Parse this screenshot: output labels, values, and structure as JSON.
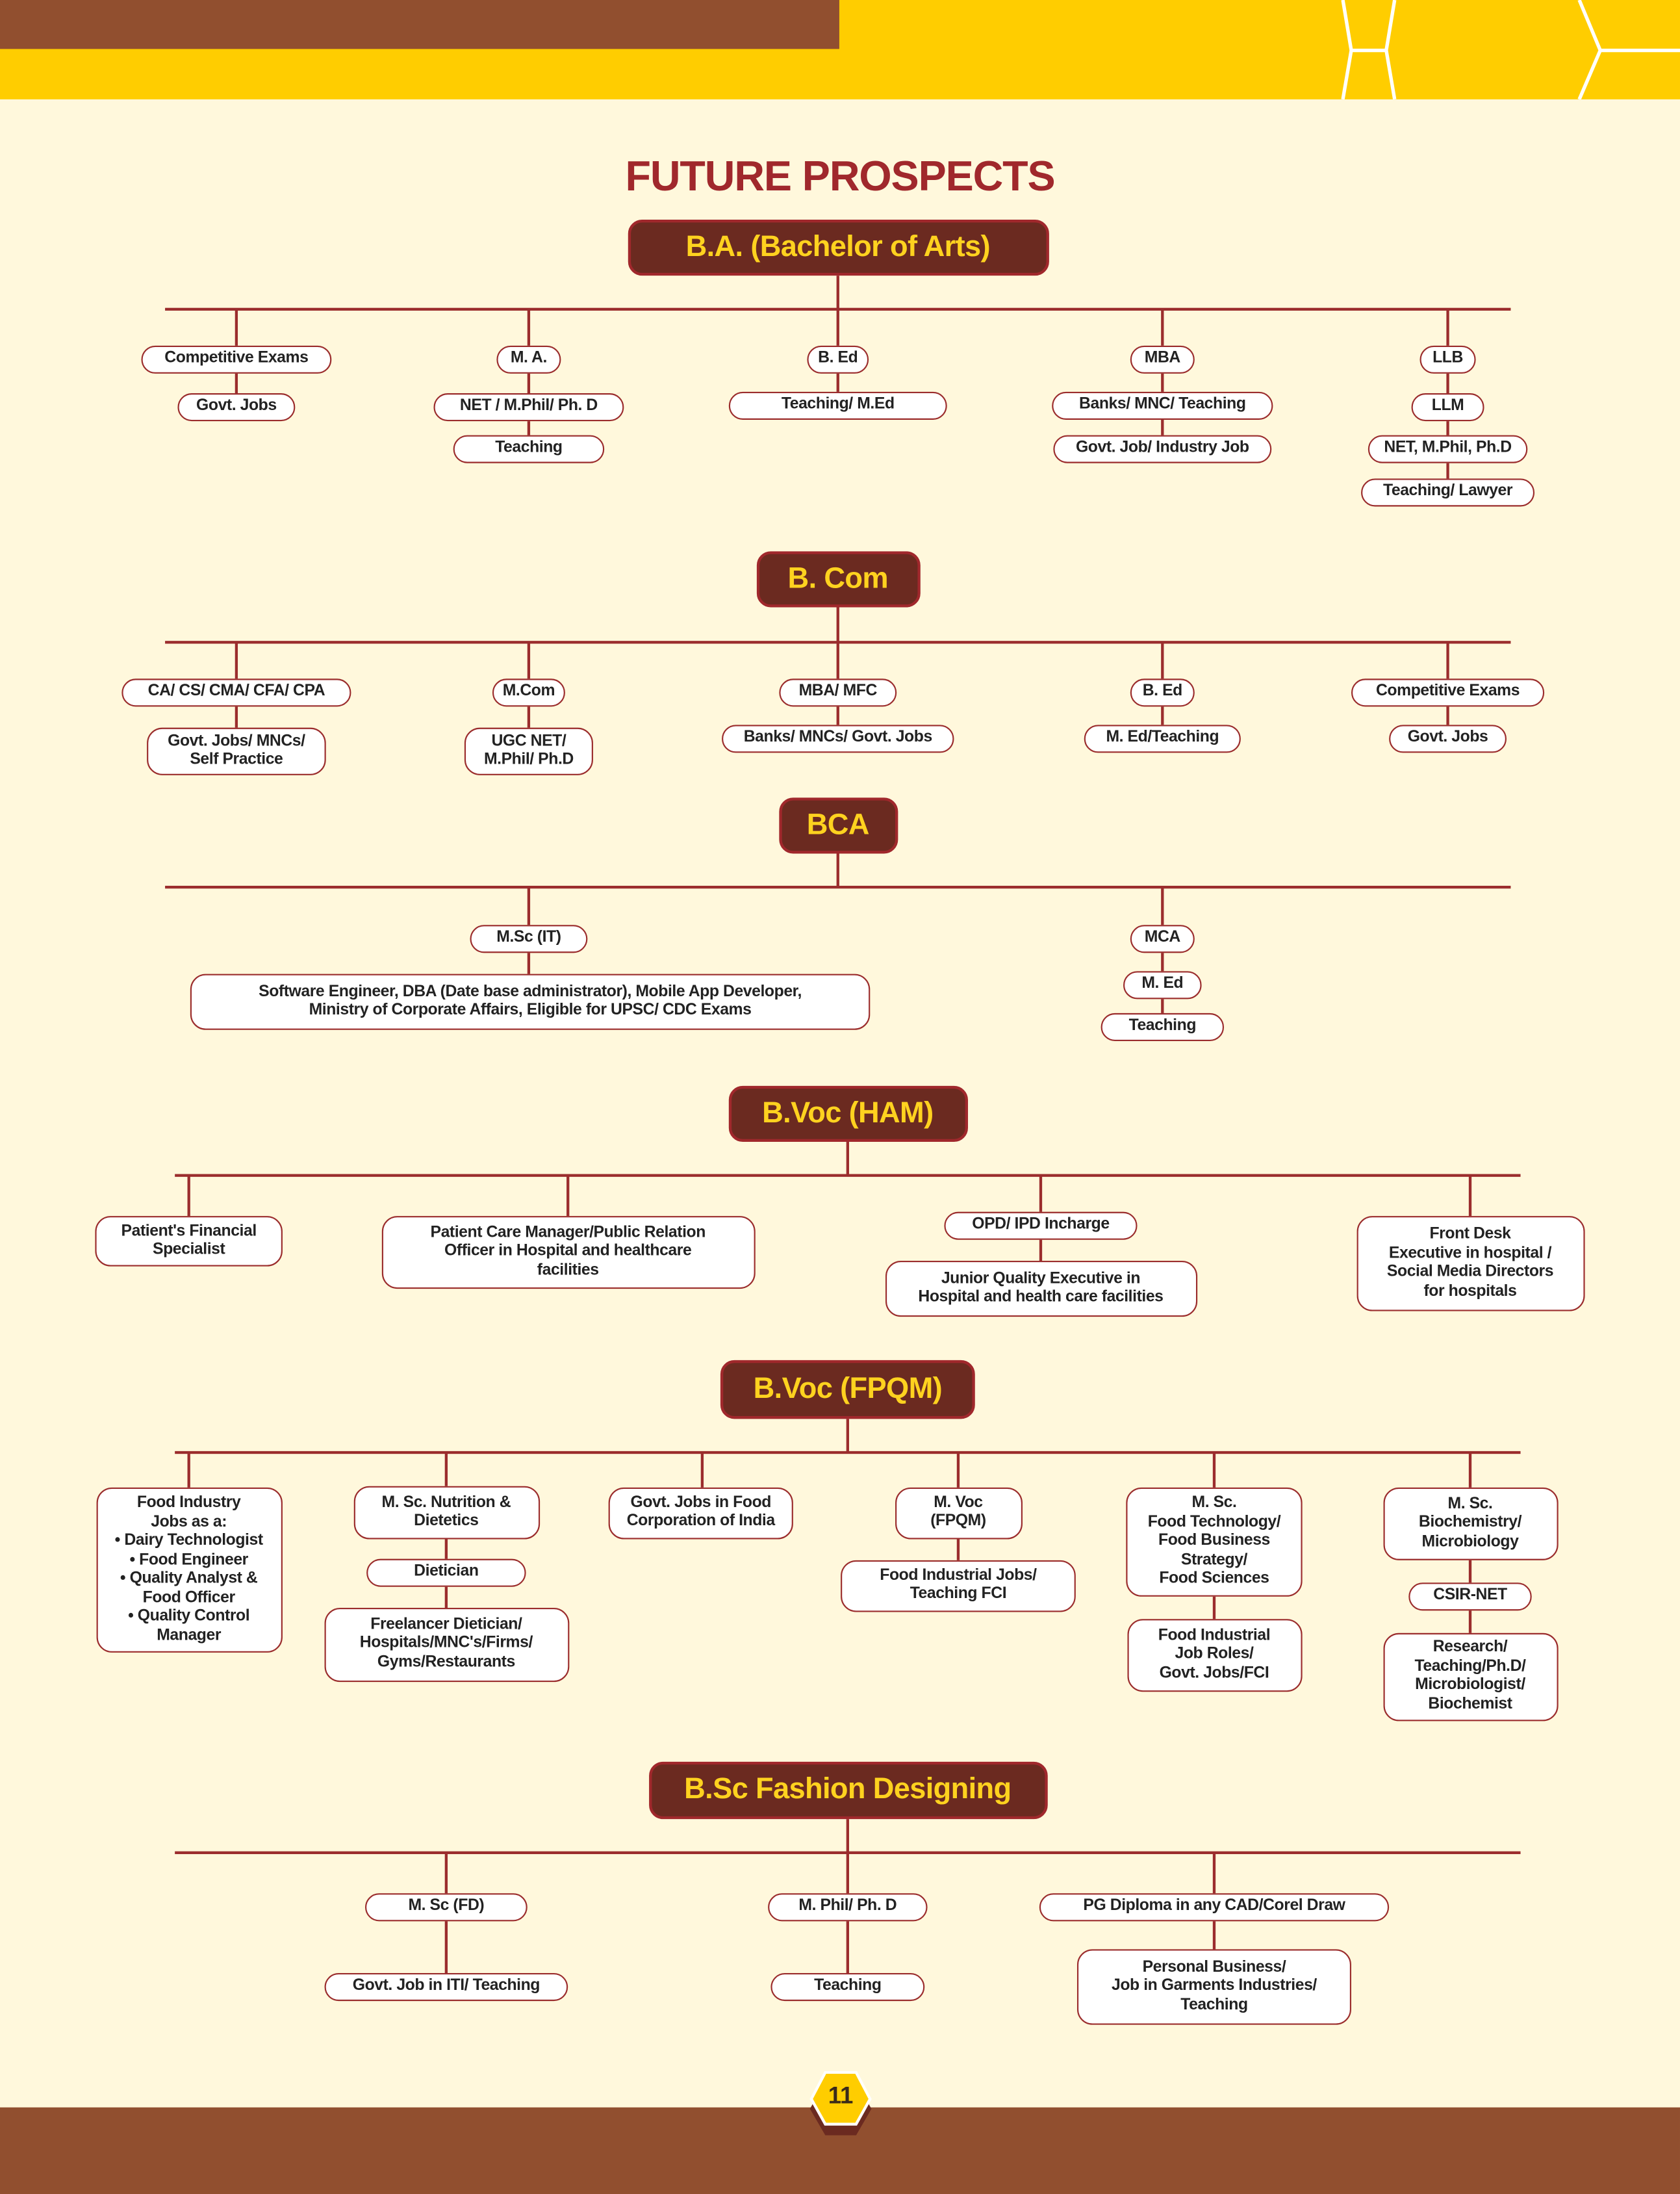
{
  "page_title": "FUTURE PROSPECTS",
  "page_number": "11",
  "colors": {
    "brown": "#914f2f",
    "yellow": "#ffcd00",
    "background": "#fff8dc",
    "header_box": "#6b2a20",
    "header_text": "#ffd21f",
    "line": "#9b2d2d",
    "title": "#a0282c"
  },
  "sections": [
    {
      "title": "B.A. (Bachelor of Arts)",
      "columns": [
        [
          "Competitive Exams",
          "Govt. Jobs"
        ],
        [
          "M. A.",
          "NET / M.Phil/ Ph. D",
          "Teaching"
        ],
        [
          "B. Ed",
          "Teaching/ M.Ed"
        ],
        [
          "MBA",
          "Banks/ MNC/ Teaching",
          "Govt. Job/ Industry Job"
        ],
        [
          "LLB",
          "LLM",
          "NET, M.Phil, Ph.D",
          "Teaching/ Lawyer"
        ]
      ]
    },
    {
      "title": "B. Com",
      "columns": [
        [
          "CA/ CS/ CMA/ CFA/ CPA",
          "Govt. Jobs/ MNCs/\nSelf Practice"
        ],
        [
          "M.Com",
          "UGC NET/\nM.Phil/ Ph.D"
        ],
        [
          "MBA/ MFC",
          "Banks/ MNCs/ Govt. Jobs"
        ],
        [
          "B. Ed",
          "M. Ed/Teaching"
        ],
        [
          "Competitive Exams",
          "Govt. Jobs"
        ]
      ]
    },
    {
      "title": "BCA",
      "columns": [
        [
          "M.Sc (IT)",
          "Software Engineer, DBA (Date base administrator), Mobile App Developer,\nMinistry of Corporate Affairs, Eligible for UPSC/ CDC Exams"
        ],
        [
          "MCA",
          "M. Ed",
          "Teaching"
        ]
      ]
    },
    {
      "title": "B.Voc (HAM)",
      "columns": [
        [
          "Patient's Financial\nSpecialist"
        ],
        [
          "Patient Care Manager/Public Relation\nOfficer in Hospital and healthcare\nfacilities"
        ],
        [
          "OPD/ IPD Incharge",
          "Junior Quality Executive in\nHospital and health care facilities"
        ],
        [
          "Front Desk\nExecutive in hospital /\nSocial Media Directors\nfor hospitals"
        ]
      ]
    },
    {
      "title": "B.Voc (FPQM)",
      "columns": [
        [
          "Food Industry\nJobs as a:\n• Dairy Technologist\n• Food Engineer\n• Quality Analyst &\nFood Officer\n• Quality Control\nManager"
        ],
        [
          "M. Sc. Nutrition &\nDietetics",
          "Dietician",
          "Freelancer Dietician/\nHospitals/MNC's/Firms/\nGyms/Restaurants"
        ],
        [
          "Govt. Jobs in Food\nCorporation of India"
        ],
        [
          "M. Voc\n(FPQM)",
          "Food Industrial Jobs/\nTeaching FCI"
        ],
        [
          "M. Sc.\nFood Technology/\nFood Business\nStrategy/\nFood Sciences",
          "Food Industrial\nJob Roles/\nGovt. Jobs/FCI"
        ],
        [
          "M. Sc.\nBiochemistry/\nMicrobiology",
          "CSIR-NET",
          "Research/\nTeaching/Ph.D/\nMicrobiologist/\nBiochemist"
        ]
      ]
    },
    {
      "title": "B.Sc Fashion Designing",
      "columns": [
        [
          "M. Sc (FD)",
          "Govt. Job in ITI/ Teaching"
        ],
        [
          "M. Phil/ Ph. D",
          "Teaching"
        ],
        [
          "PG Diploma in any CAD/Corel Draw",
          "Personal Business/\nJob in Garments Industries/\nTeaching"
        ]
      ]
    }
  ]
}
